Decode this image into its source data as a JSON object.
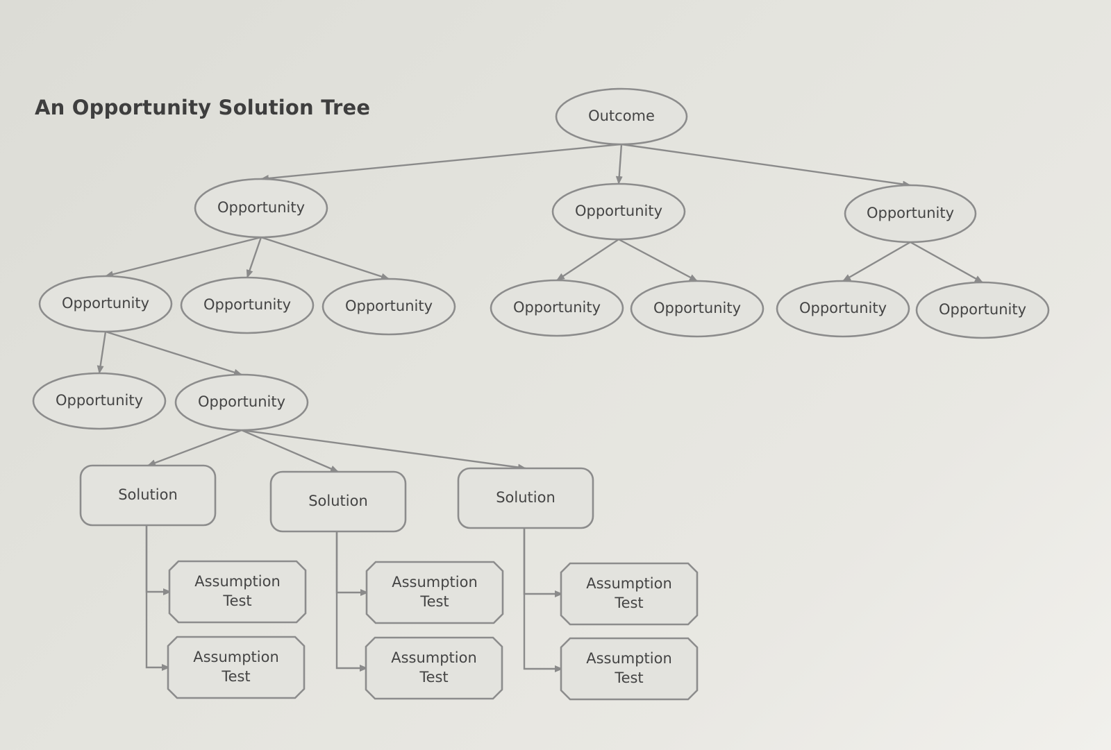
{
  "title": "An Opportunity Solution Tree",
  "colors": {
    "background": "#e4e4de",
    "node_stroke": "#8c8c8c",
    "edge": "#8a8a8a",
    "text": "#444444",
    "title_text": "#3e3e3e"
  },
  "nodes": [
    {
      "id": "outcome",
      "kind": "outcome",
      "label": "Outcome"
    },
    {
      "id": "opp-a",
      "kind": "opportunity",
      "label": "Opportunity"
    },
    {
      "id": "opp-b",
      "kind": "opportunity",
      "label": "Opportunity"
    },
    {
      "id": "opp-c",
      "kind": "opportunity",
      "label": "Opportunity"
    },
    {
      "id": "opp-a1",
      "kind": "opportunity",
      "label": "Opportunity"
    },
    {
      "id": "opp-a2",
      "kind": "opportunity",
      "label": "Opportunity"
    },
    {
      "id": "opp-a3",
      "kind": "opportunity",
      "label": "Opportunity"
    },
    {
      "id": "opp-b1",
      "kind": "opportunity",
      "label": "Opportunity"
    },
    {
      "id": "opp-b2",
      "kind": "opportunity",
      "label": "Opportunity"
    },
    {
      "id": "opp-c1",
      "kind": "opportunity",
      "label": "Opportunity"
    },
    {
      "id": "opp-c2",
      "kind": "opportunity",
      "label": "Opportunity"
    },
    {
      "id": "opp-a1a",
      "kind": "opportunity",
      "label": "Opportunity"
    },
    {
      "id": "opp-a1b",
      "kind": "opportunity",
      "label": "Opportunity"
    },
    {
      "id": "sol-1",
      "kind": "solution",
      "label": "Solution"
    },
    {
      "id": "sol-2",
      "kind": "solution",
      "label": "Solution"
    },
    {
      "id": "sol-3",
      "kind": "solution",
      "label": "Solution"
    },
    {
      "id": "test-1a",
      "kind": "assumption-test",
      "label": "Assumption\nTest"
    },
    {
      "id": "test-1b",
      "kind": "assumption-test",
      "label": "Assumption\nTest"
    },
    {
      "id": "test-2a",
      "kind": "assumption-test",
      "label": "Assumption\nTest"
    },
    {
      "id": "test-2b",
      "kind": "assumption-test",
      "label": "Assumption\nTest"
    },
    {
      "id": "test-3a",
      "kind": "assumption-test",
      "label": "Assumption\nTest"
    },
    {
      "id": "test-3b",
      "kind": "assumption-test",
      "label": "Assumption\nTest"
    }
  ],
  "edges": [
    [
      "outcome",
      "opp-a"
    ],
    [
      "outcome",
      "opp-b"
    ],
    [
      "outcome",
      "opp-c"
    ],
    [
      "opp-a",
      "opp-a1"
    ],
    [
      "opp-a",
      "opp-a2"
    ],
    [
      "opp-a",
      "opp-a3"
    ],
    [
      "opp-b",
      "opp-b1"
    ],
    [
      "opp-b",
      "opp-b2"
    ],
    [
      "opp-c",
      "opp-c1"
    ],
    [
      "opp-c",
      "opp-c2"
    ],
    [
      "opp-a1",
      "opp-a1a"
    ],
    [
      "opp-a1",
      "opp-a1b"
    ],
    [
      "opp-a1b",
      "sol-1"
    ],
    [
      "opp-a1b",
      "sol-2"
    ],
    [
      "opp-a1b",
      "sol-3"
    ],
    [
      "sol-1",
      "test-1a"
    ],
    [
      "sol-1",
      "test-1b"
    ],
    [
      "sol-2",
      "test-2a"
    ],
    [
      "sol-2",
      "test-2b"
    ],
    [
      "sol-3",
      "test-3a"
    ],
    [
      "sol-3",
      "test-3b"
    ]
  ]
}
